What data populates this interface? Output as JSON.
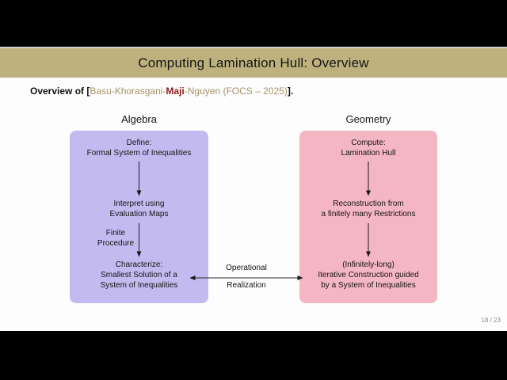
{
  "slide": {
    "title": "Computing Lamination Hull: Overview",
    "page_number": "18 / 23"
  },
  "overview_line": {
    "prefix": "Overview of [",
    "citation_part1": "Basu-Khorasgani-",
    "citation_highlight": "Maji",
    "citation_part2": "-Nguyen (FOCS – 2025)",
    "suffix": "]."
  },
  "diagram": {
    "left_column": {
      "header": "Algebra",
      "box_color": "#c3bbf0",
      "nodes": {
        "top": "Define:\nFormal System of Inequalities",
        "middle": "Interpret using\nEvaluation Maps",
        "bottom": "Characterize:\nSmallest Solution of a\nSystem of Inequalities"
      },
      "arrow_label": "Finite\nProcedure"
    },
    "right_column": {
      "header": "Geometry",
      "box_color": "#f4b6c2",
      "nodes": {
        "top": "Compute:\nLamination Hull",
        "middle": "Reconstruction from\na finitely many Restrictions",
        "bottom": "(Infinitely-long)\nIterative Construction guided\nby a System of Inequalities"
      }
    },
    "connector": {
      "label_top": "Operational",
      "label_bottom": "Realization"
    }
  },
  "colors": {
    "title_bar_background": "#bfb17e",
    "title_text": "#141414",
    "citation_text": "#a49468",
    "citation_highlight_text": "#8f2020",
    "algebra_box": "#c3bbf0",
    "geometry_box": "#f4b6c2",
    "arrow": "#1a1a1a",
    "letterbox": "#000000",
    "slide_background": "#fdfdfd"
  }
}
